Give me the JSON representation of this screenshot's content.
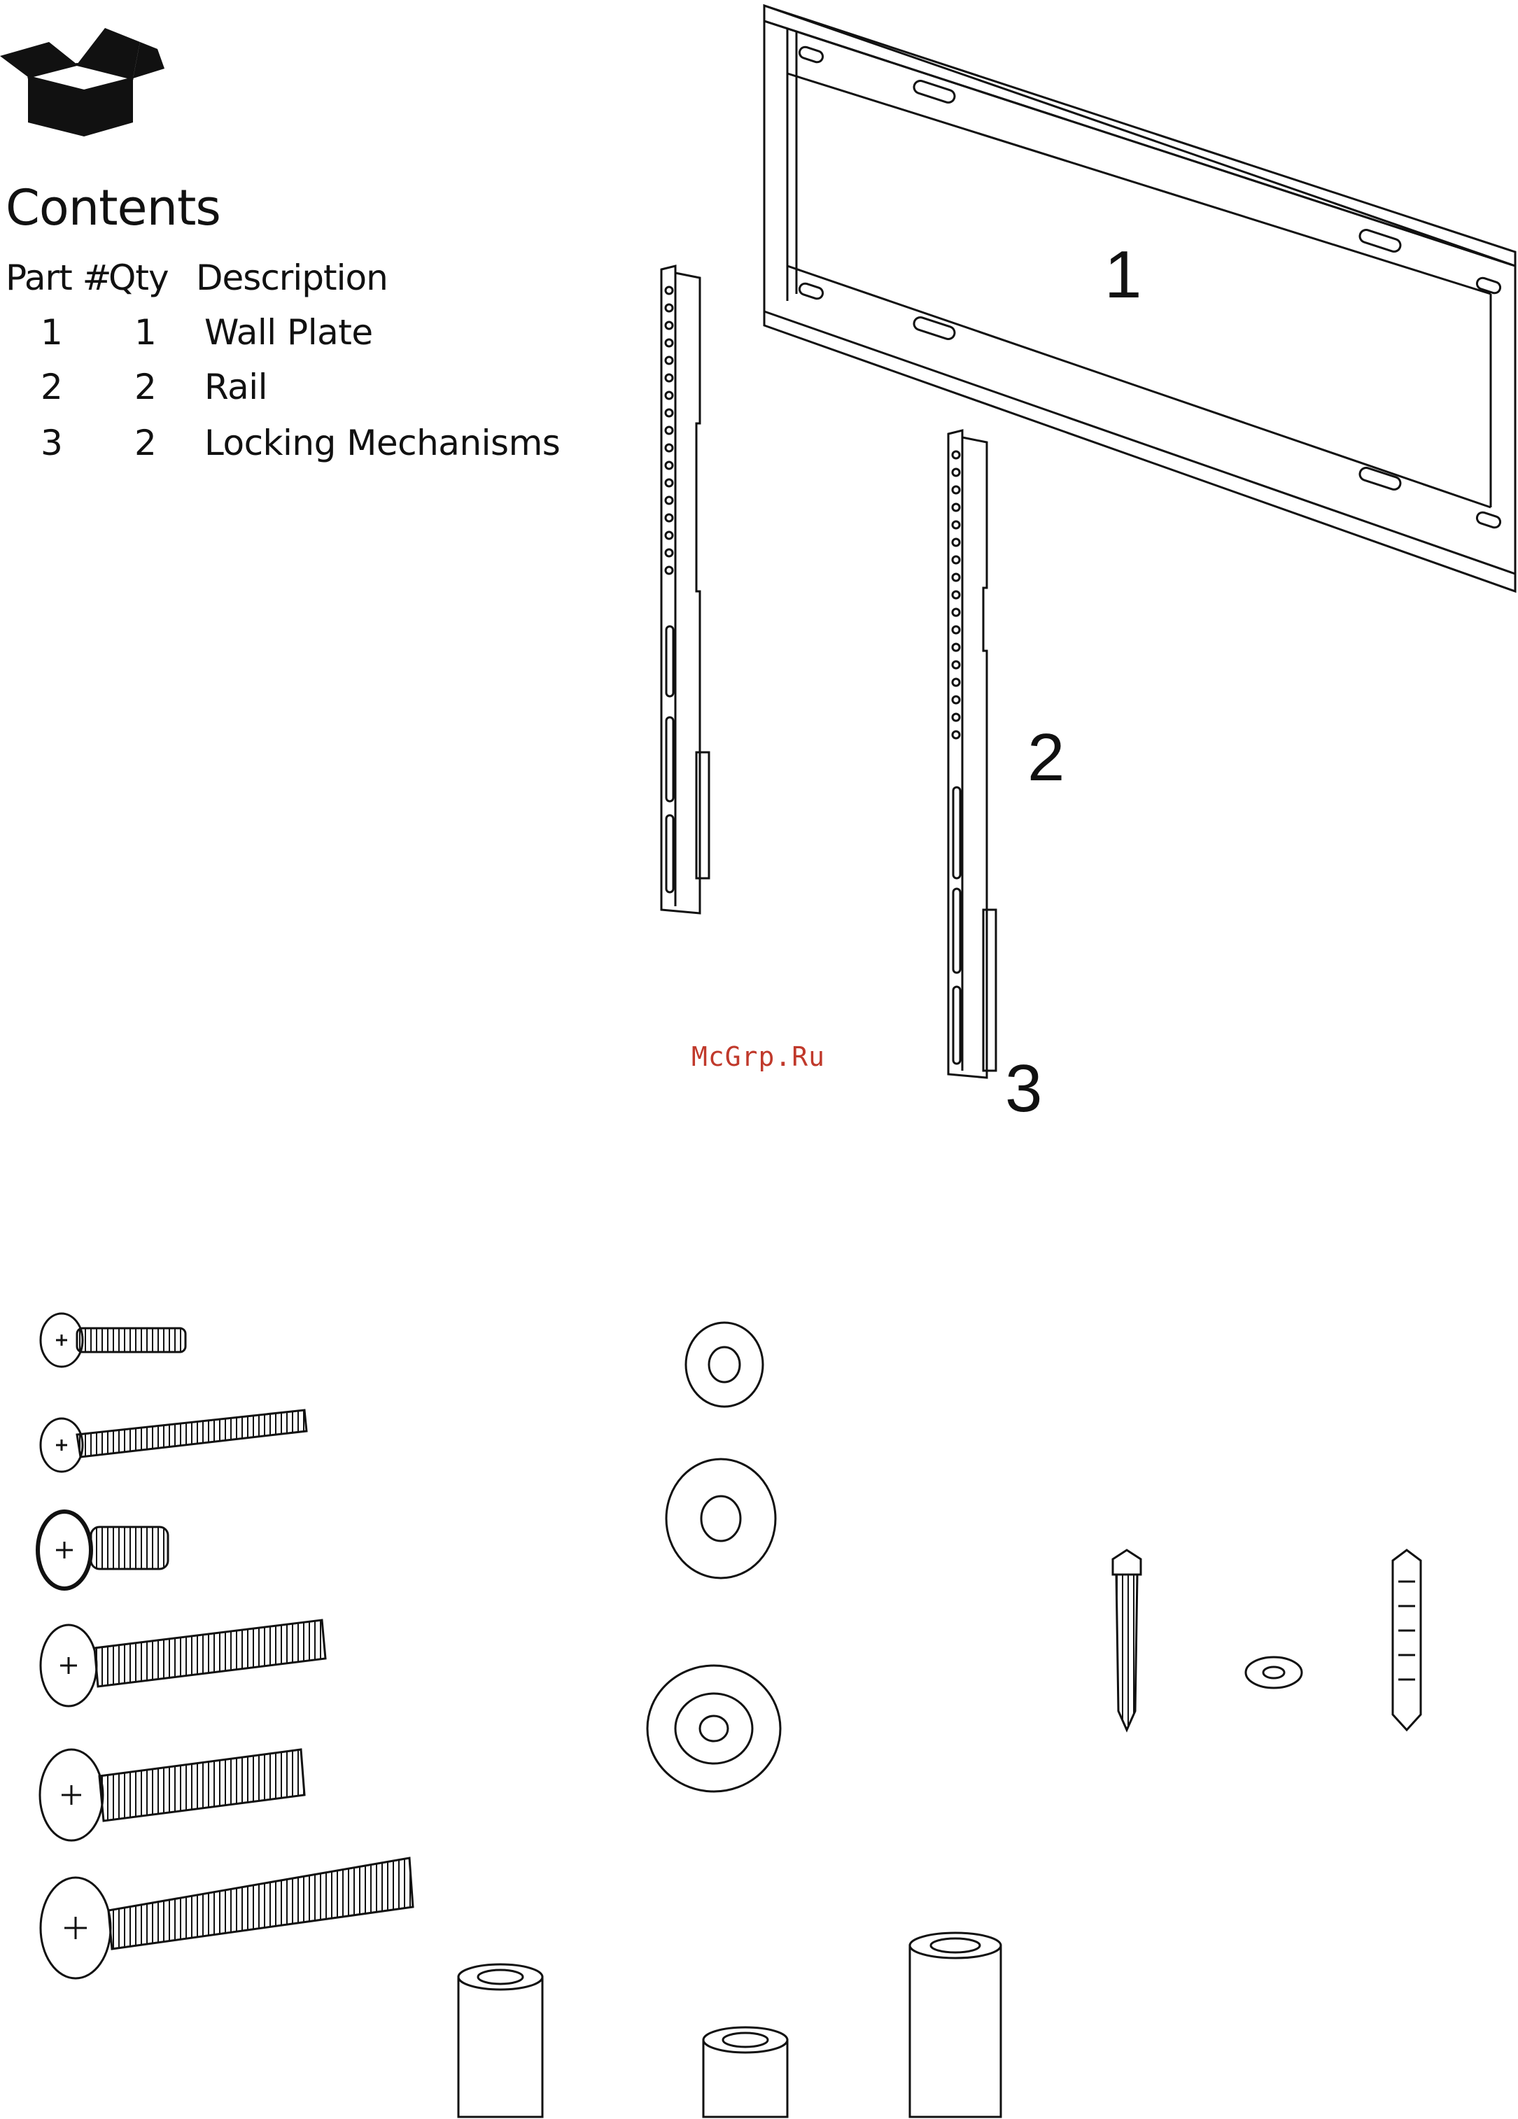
{
  "watermark": "McGrp.Ru",
  "contents": {
    "title": "Contents",
    "headers": {
      "part": "Part #",
      "qty": "Qty",
      "description": "Description"
    },
    "rows": [
      {
        "part": "1",
        "qty": "1",
        "description": "Wall Plate"
      },
      {
        "part": "2",
        "qty": "2",
        "description": "Rail"
      },
      {
        "part": "3",
        "qty": "2",
        "description": "Locking Mechanisms"
      }
    ]
  },
  "callouts": {
    "wall_plate": "1",
    "rail": "2",
    "locking": "3"
  },
  "icons": [
    "open-box-icon"
  ],
  "colors": {
    "ink": "#111111",
    "watermark": "#c0392b",
    "paper": "#ffffff"
  }
}
